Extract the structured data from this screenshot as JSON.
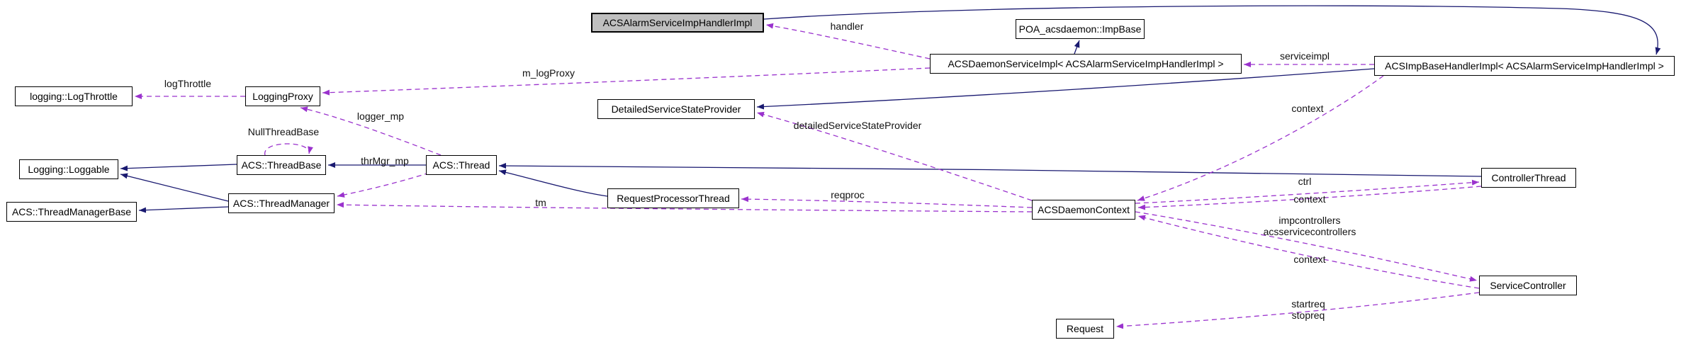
{
  "diagram": {
    "type": "class-collaboration-diagram",
    "subject": "ACSAlarmServiceImpHandlerImpl",
    "colors": {
      "inheritance_edge": "#191970",
      "usage_edge": "#9a32cd",
      "node_border": "#000000",
      "node_fill": "#ffffff",
      "subject_fill": "#bfbfbf",
      "background": "#ffffff"
    }
  },
  "nodes": [
    {
      "label": "ACSAlarmServiceImpHandlerImpl",
      "subject": true
    },
    {
      "label": "POA_acsdaemon::ImpBase"
    },
    {
      "label": "ACSDaemonServiceImpl< ACSAlarmServiceImpHandlerImpl >"
    },
    {
      "label": "ACSImpBaseHandlerImpl< ACSAlarmServiceImpHandlerImpl >"
    },
    {
      "label": "logging::LogThrottle"
    },
    {
      "label": "LoggingProxy"
    },
    {
      "label": "DetailedServiceStateProvider"
    },
    {
      "label": "Logging::Loggable"
    },
    {
      "label": "ACS::ThreadBase"
    },
    {
      "label": "ACS::Thread"
    },
    {
      "label": "ACS::ThreadManagerBase"
    },
    {
      "label": "ACS::ThreadManager"
    },
    {
      "label": "RequestProcessorThread"
    },
    {
      "label": "ACSDaemonContext"
    },
    {
      "label": "ControllerThread"
    },
    {
      "label": "ServiceController"
    },
    {
      "label": "Request"
    }
  ],
  "edge_labels": [
    {
      "text": "handler"
    },
    {
      "text": "serviceimpl"
    },
    {
      "text": "m_logProxy"
    },
    {
      "text": "logThrottle"
    },
    {
      "text": "logger_mp"
    },
    {
      "text": "NullThreadBase"
    },
    {
      "text": "thrMgr_mp"
    },
    {
      "text": "detailedServiceStateProvider"
    },
    {
      "text": "context"
    },
    {
      "text": "ctrl"
    },
    {
      "text": "context"
    },
    {
      "text": "impcontrollers\nacsservicecontrollers"
    },
    {
      "text": "context"
    },
    {
      "text": "reqproc"
    },
    {
      "text": "tm"
    },
    {
      "text": "startreq\nstopreq"
    }
  ]
}
